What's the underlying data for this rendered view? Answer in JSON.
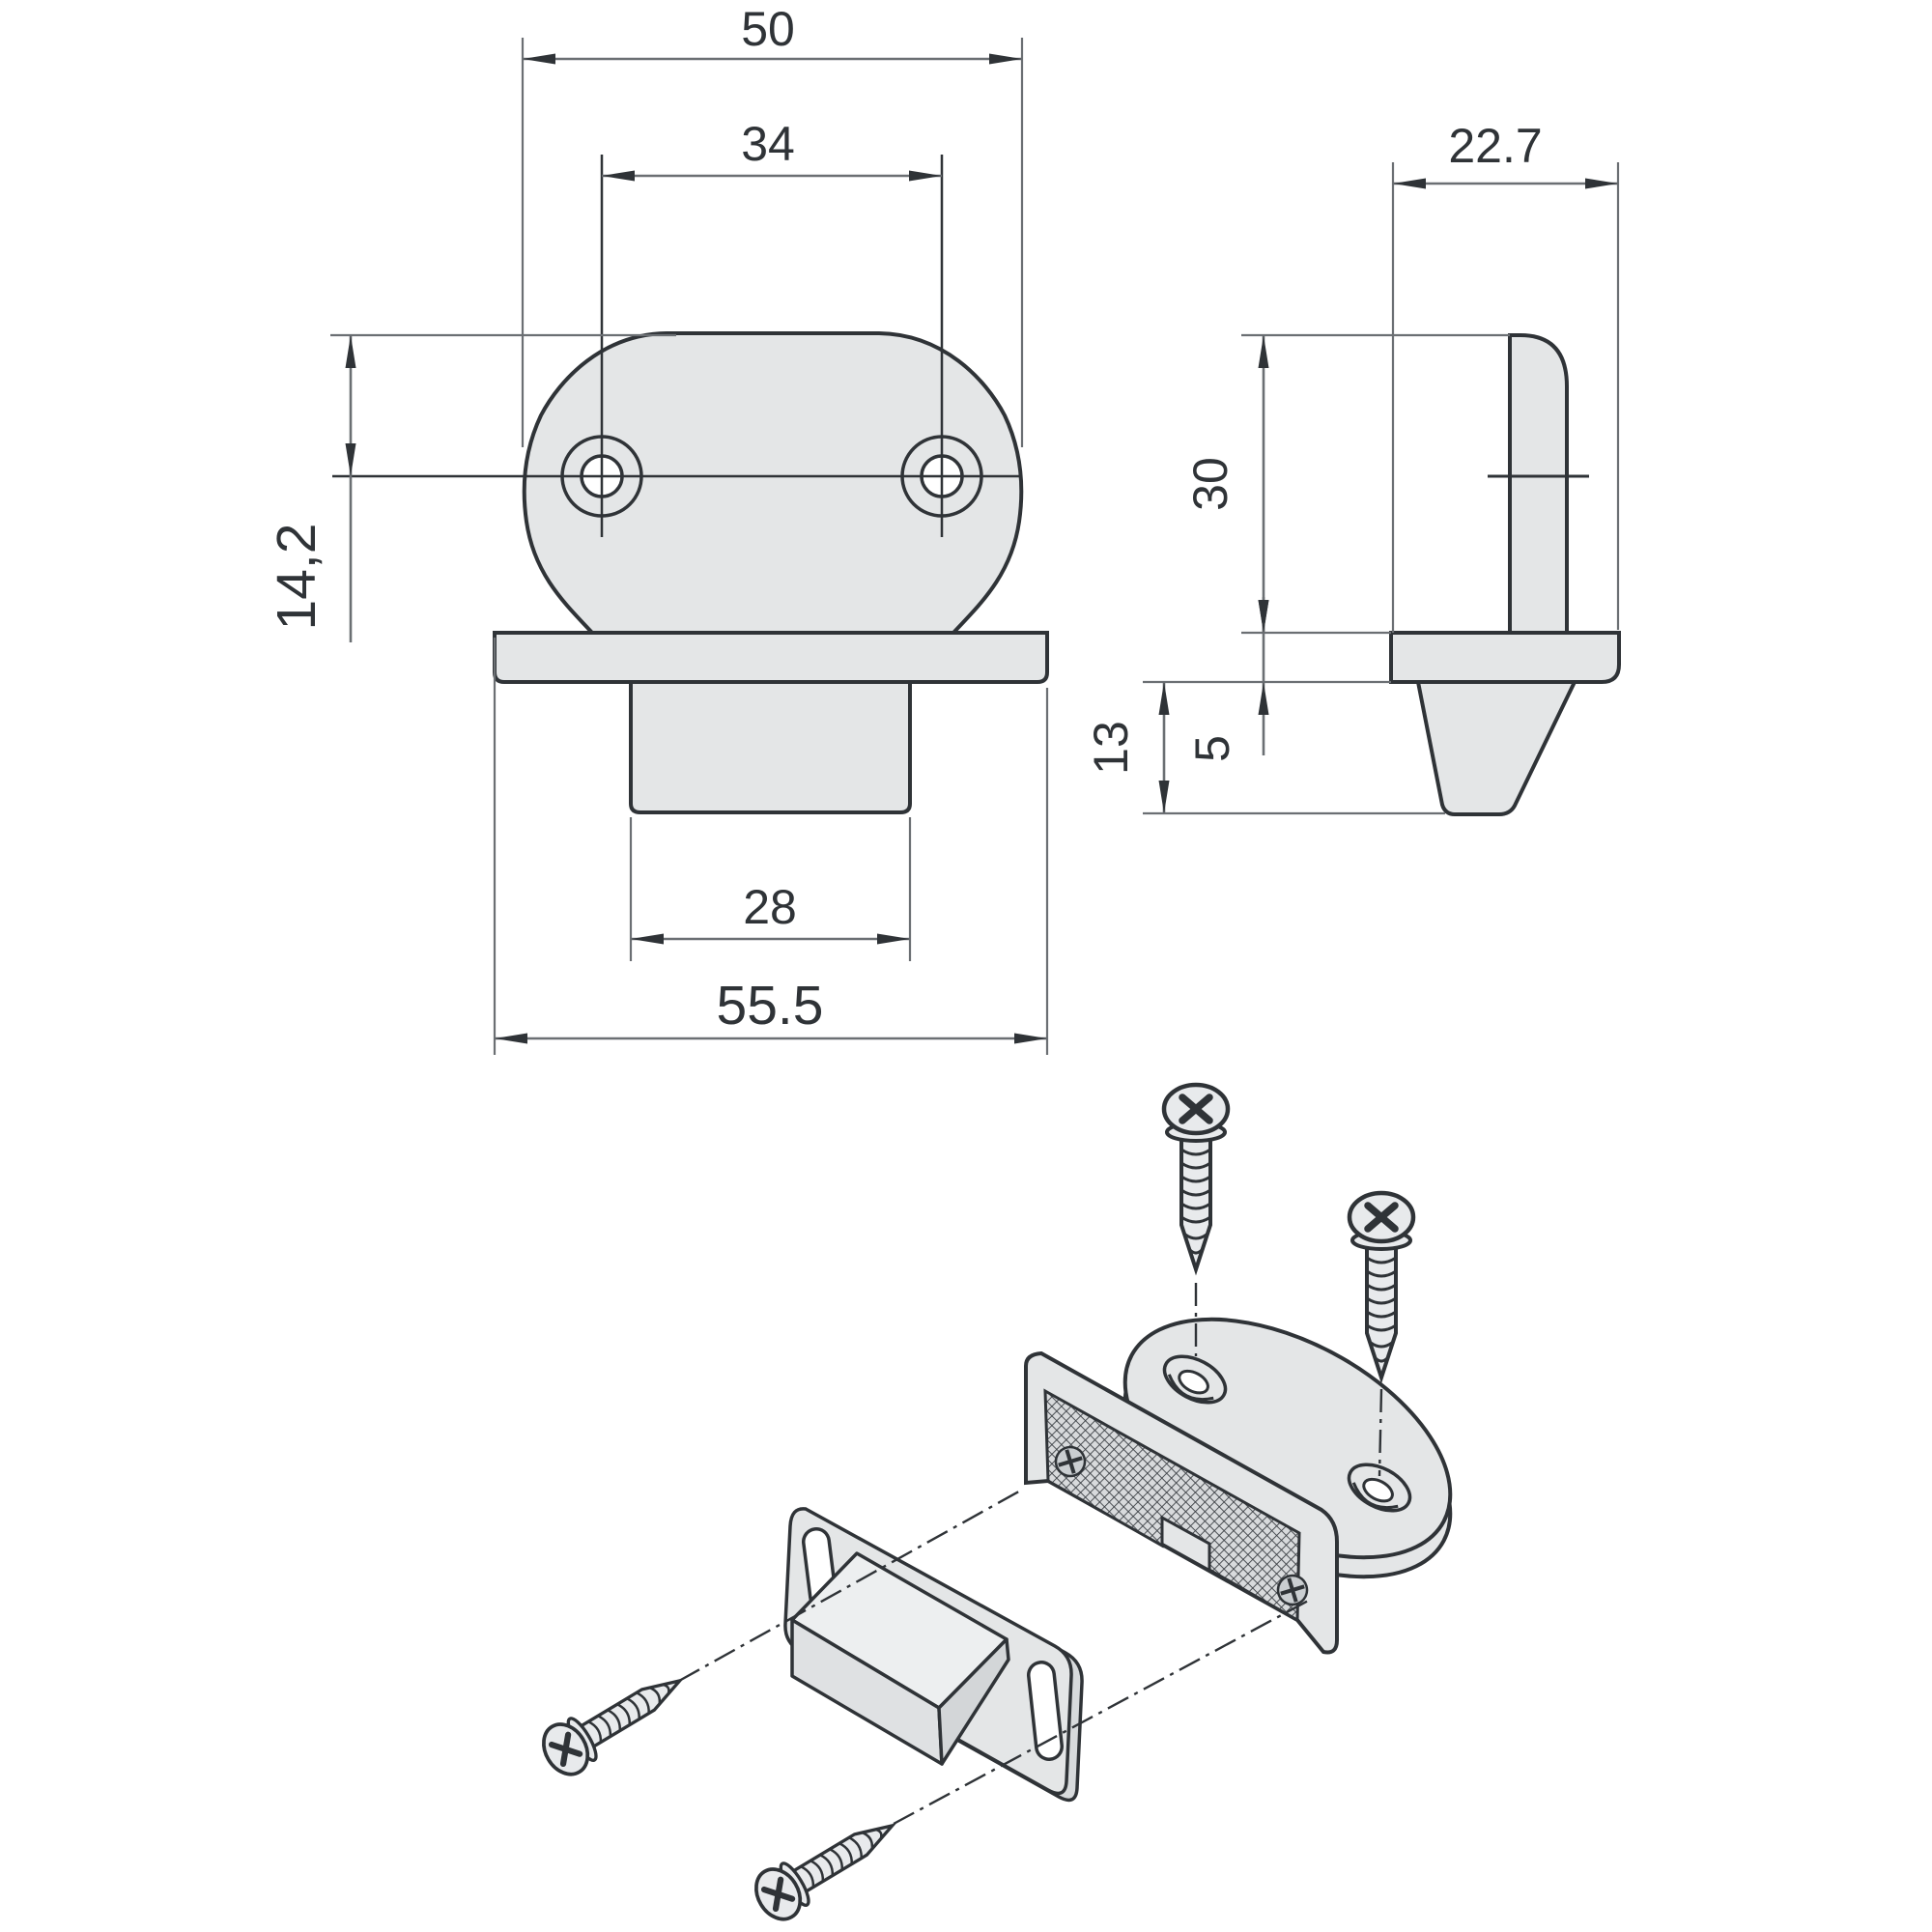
{
  "drawing": {
    "kind": "technical-drawing",
    "subject": "magnetic pressure catch with oval mounting flange, strike plate and four mounting screws",
    "views": [
      "front-orthographic",
      "side-orthographic",
      "exploded-isometric-assembly"
    ]
  },
  "dims": {
    "front_plate_width": "50",
    "front_hole_spacing": "34",
    "front_hole_offset": "14,2",
    "front_foot_width": "28",
    "front_flange_width": "55.5",
    "side_depth": "22.7",
    "side_plate_height": "30",
    "side_foot_drop": "13",
    "side_flange_thickness": "5"
  },
  "colors": {
    "background": "#ffffff",
    "part_fill": "#e4e6e7",
    "part_fill_light": "#edeff0",
    "part_fill_shade": "#d7dadc",
    "outline": "#2f3337",
    "dimension_line": "#6b6f73",
    "hatch_dark": "#3c4045",
    "text": "#2f3337"
  }
}
